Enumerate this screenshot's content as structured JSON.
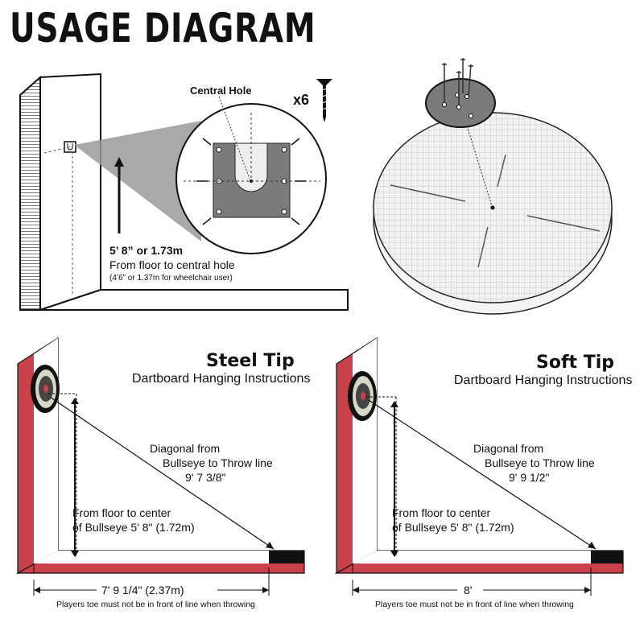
{
  "title": "USAGE DIAGRAM",
  "mount": {
    "central_hole_label": "Central Hole",
    "screw_count": "x6",
    "height_main": "5’ 8” or 1.73m",
    "height_desc": "From floor to central hole",
    "height_wheelchair": "(4’6” or 1.37m for wheelchair user)"
  },
  "steel_tip": {
    "title": "Steel Tip",
    "subtitle": "Dartboard Hanging Instructions",
    "diagonal_line1": "Diagonal from",
    "diagonal_line2": "Bullseye to Throw line",
    "diagonal_value": "9' 7 3/8\"",
    "height_line1": "From floor to center",
    "height_line2": "of Bullseye  5' 8\" (1.72m)",
    "floor_distance": "7' 9 1/4\" (2.37m)",
    "toe_note": "Players toe must not be in front of line when throwing"
  },
  "soft_tip": {
    "title": "Soft Tip",
    "subtitle": "Dartboard Hanging Instructions",
    "diagonal_line1": "Diagonal from",
    "diagonal_line2": "Bullseye to Throw line",
    "diagonal_value": "9' 9 1/2\"",
    "height_line1": "From floor to center",
    "height_line2": "of Bullseye  5' 8\" (1.72m)",
    "floor_distance": "8'",
    "toe_note": "Players toe must not be in front of line when throwing"
  },
  "colors": {
    "wall_red": "#c8414b",
    "dark": "#111111",
    "grey": "#777777"
  }
}
